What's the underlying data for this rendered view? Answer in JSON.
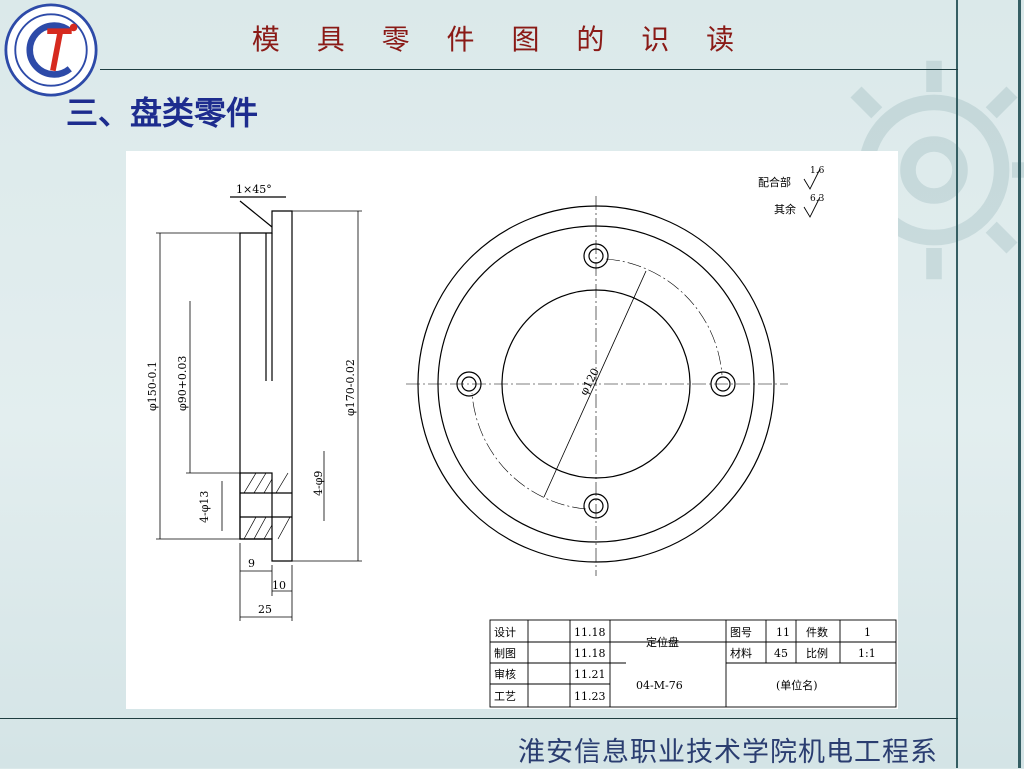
{
  "header": {
    "title": "模 具 零 件 图 的 识 读",
    "section": "三、盘类零件"
  },
  "footer": {
    "department": "淮安信息职业技术学院机电工程系"
  },
  "drawing": {
    "chamfer": "1×45°",
    "dim_d150": "φ150-0.1",
    "dim_d90": "φ90+0.03",
    "dim_d170": "φ170-0.02",
    "dim_4d9": "4-φ9",
    "dim_4d13": "4-φ13",
    "dim_9": "9",
    "dim_10": "10",
    "dim_25": "25",
    "dim_d120": "φ120",
    "roughness_fit_label": "配合部",
    "roughness_fit_value": "1.6",
    "roughness_other_label": "其余",
    "roughness_other_value": "6.3"
  },
  "title_block": {
    "r1": [
      "设计",
      "",
      "11.18",
      "定位盘",
      "图号",
      "11",
      "件数",
      "1"
    ],
    "r2": [
      "制图",
      "",
      "11.18",
      "材料",
      "45",
      "比例",
      "1:1"
    ],
    "r3": [
      "审核",
      "",
      "11.21",
      "04-M-76",
      "(单位名)"
    ],
    "r4": [
      "工艺",
      "",
      "11.23"
    ]
  }
}
